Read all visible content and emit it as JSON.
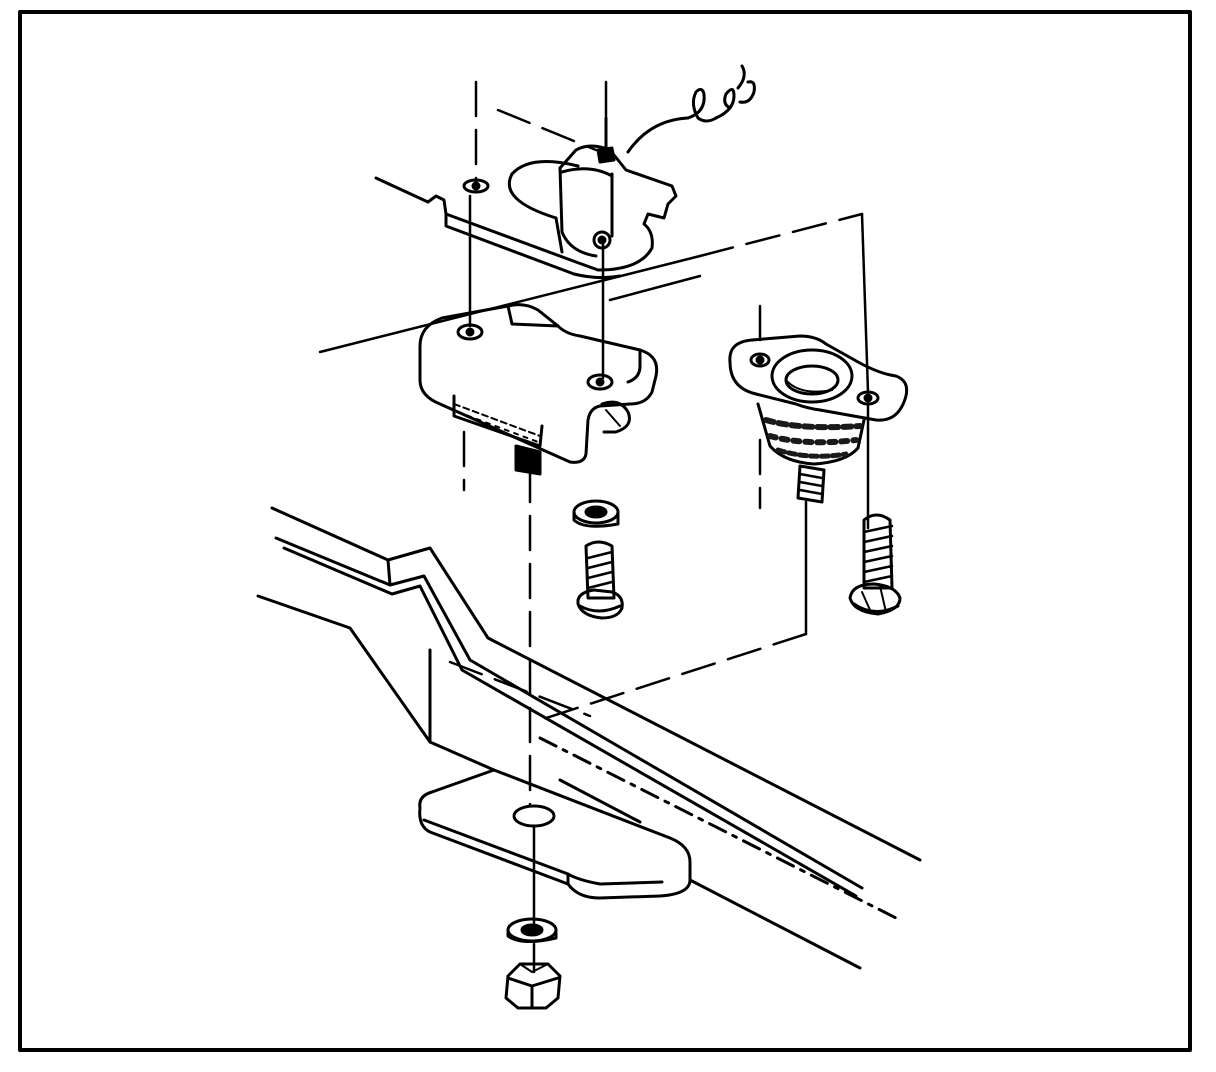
{
  "diagram": {
    "type": "exploded-assembly-line-drawing",
    "style": "black line art on white",
    "colors": {
      "line": "#000000",
      "background": "#ffffff",
      "shading": "#1a1a1a"
    },
    "parts": [
      "mounting-bracket-with-tab",
      "wire-pigtail",
      "upper-mount-block",
      "side-mount-cushion",
      "flat-washer",
      "bolt",
      "flange-bolt",
      "frame-rail",
      "frame-mount-pad",
      "lower-washer",
      "hex-nut"
    ]
  }
}
